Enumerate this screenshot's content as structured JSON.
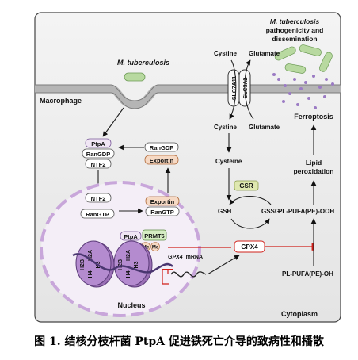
{
  "labels": {
    "mtb_top": "M. tuberculosis",
    "mtb_right_title": "M. tuberculosis",
    "mtb_right_sub1": "pathogenicity and",
    "mtb_right_sub2": "dissemination",
    "macrophage": "Macrophage",
    "cystine_top": "Cystine",
    "glutamate_top": "Glutamate",
    "slc7a11": "SLC7A11",
    "slc3a2": "SLC3A2",
    "cystine_bottom": "Cystine",
    "glutamate_bottom": "Glutamate",
    "cysteine": "Cysteine",
    "gsr": "GSR",
    "gsh": "GSH",
    "gssg": "GSSG",
    "gpx4": "GPX4",
    "ferroptosis": "Ferroptosis",
    "lipid1": "Lipid",
    "lipid2": "peroxidation",
    "pufa_ooh": "PL-PUFA(PE)-OOH",
    "pufa_oh": "PL-PUFA(PE)-OH",
    "ptpa_cyto": "PtpA",
    "rangdp_cyto": "RanGDP",
    "ntf2_cyto": "NTF2",
    "rangdp_right": "RanGDP",
    "exportin_right": "Exportin",
    "ntf2_nuc": "NTF2",
    "rangtp_nuc": "RanGTP",
    "exportin_nuc": "Exportin",
    "rangtp_right": "RanGTP",
    "ptpa_nuc": "PtpA",
    "prmt6": "PRMT6",
    "me1": "Me",
    "me2": "Me",
    "h2b": "H2B",
    "h2a": "H2A",
    "h4": "H4",
    "h3": "H3",
    "gpx4_mrna_italic": "GPX4",
    "mrna": "mRNA",
    "nucleus": "Nucleus",
    "cytoplasm": "Cytoplasm"
  },
  "caption": "图 1. 结核分枝杆菌 PtpA 促进铁死亡介导的致病性和播散",
  "colors": {
    "panel_bg": "#ececec",
    "membrane": "#a9a9a9",
    "bacterium": "#b8d9a0",
    "ferroptosis": "#e0201a",
    "inhibit": "#d0201a",
    "gsr_fill": "#dfe8b0",
    "exportin_fill": "#f6d9c4",
    "histone": "#9a6fb5",
    "prmt6_fill": "#d5ecc3",
    "ptpa_fill": "#f0e6f4"
  }
}
